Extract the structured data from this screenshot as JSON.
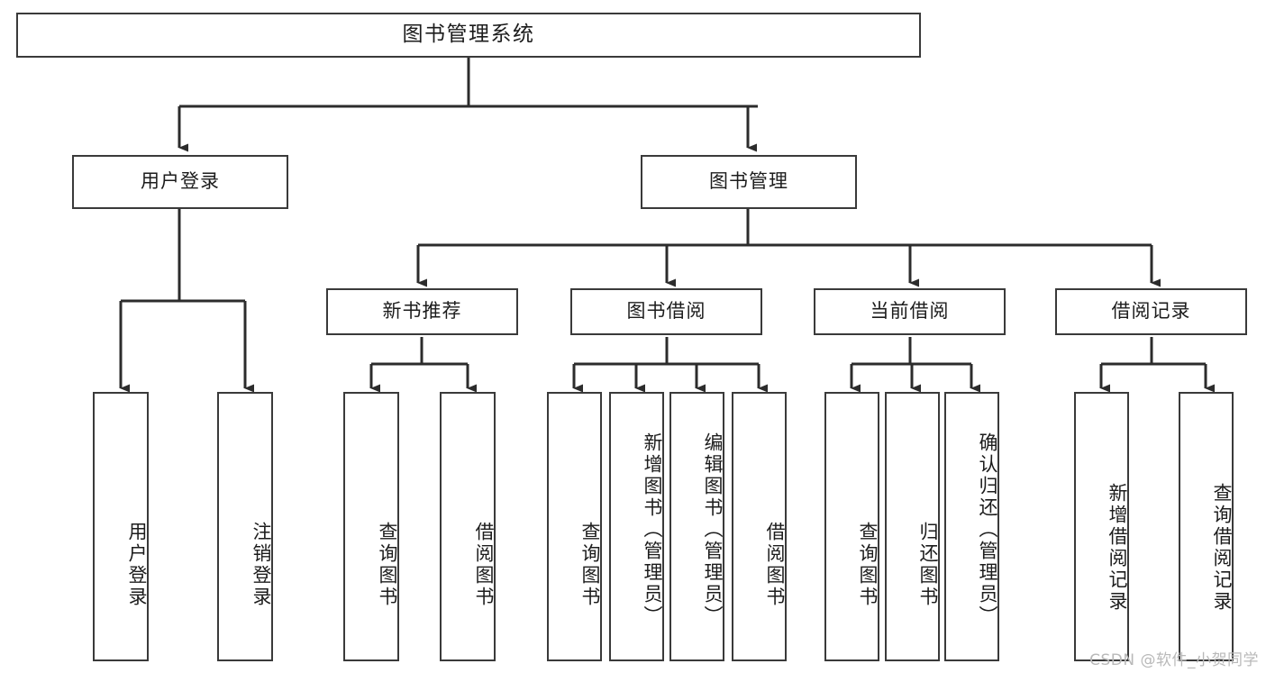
{
  "diagram": {
    "title": "图书管理系统",
    "type": "tree",
    "watermark": "CSDN @软件_小贺同学",
    "colors": {
      "stroke": "#3a3a3a",
      "fill": "#ffffff",
      "text": "#1c1c1c",
      "watermark": "#b9b9b9"
    },
    "nodes": {
      "root": {
        "label": "图书管理系统"
      },
      "level1": [
        {
          "label": "用户登录"
        },
        {
          "label": "图书管理"
        }
      ],
      "level2": [
        {
          "label": "新书推荐"
        },
        {
          "label": "图书借阅"
        },
        {
          "label": "当前借阅"
        },
        {
          "label": "借阅记录"
        }
      ],
      "leaves_user_login": [
        {
          "label": "用户登录"
        },
        {
          "label": "注销登录"
        }
      ],
      "leaves_new_book": [
        {
          "label": "查询图书"
        },
        {
          "label": "借阅图书"
        }
      ],
      "leaves_borrow": [
        {
          "label": "查询图书"
        },
        {
          "label": "新增图书（管理员）"
        },
        {
          "label": "编辑图书（管理员）"
        },
        {
          "label": "借阅图书"
        }
      ],
      "leaves_current": [
        {
          "label": "查询图书"
        },
        {
          "label": "归还图书"
        },
        {
          "label": "确认归还（管理员）"
        }
      ],
      "leaves_record": [
        {
          "label": "新增借阅记录"
        },
        {
          "label": "查询借阅记录"
        }
      ]
    }
  }
}
